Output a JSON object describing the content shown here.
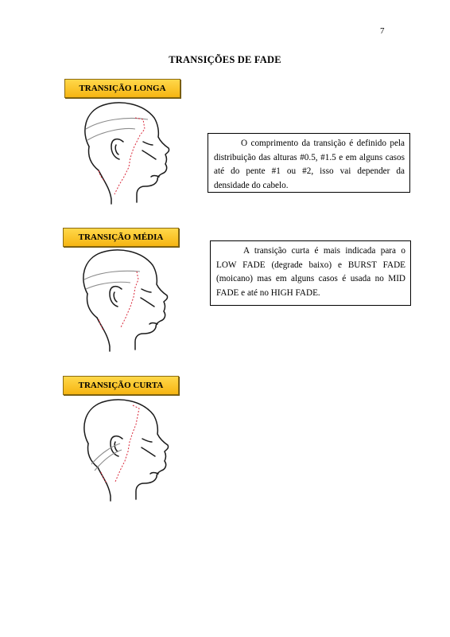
{
  "page": {
    "number": "7",
    "title": "TRANSIÇÕES DE FADE"
  },
  "sections": [
    {
      "label": "TRANSIÇÃO LONGA",
      "text": "O comprimento da transição é definido pela distribuição das alturas #0.5, #1.5 e em alguns casos até do pente #1 ou #2, isso vai depender da densidade do cabelo."
    },
    {
      "label": "TRANSIÇÃO MÉDIA",
      "text": "A transição curta é mais indicada para o LOW FADE (degrade baixo) e BURST FADE (moicano) mas em alguns casos é usada no MID FADE e até no HIGH FADE."
    },
    {
      "label": "TRANSIÇÃO CURTA"
    }
  ],
  "colors": {
    "label_fill": "#f8c21e",
    "guide_line": "#d9283a"
  }
}
